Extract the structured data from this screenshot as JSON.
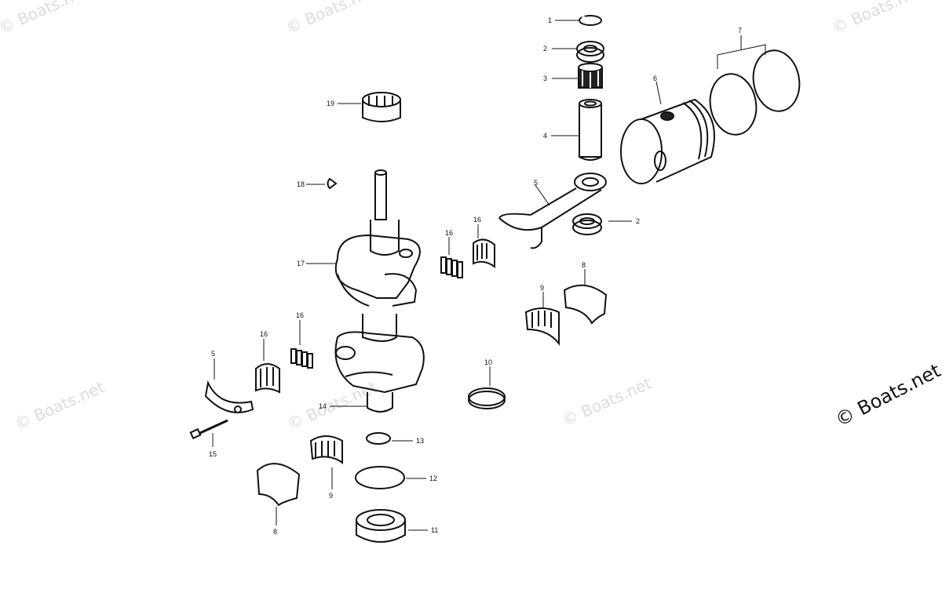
{
  "watermarks": {
    "tl": "© Boats.net",
    "tc": "© Boats.net",
    "tr": "© Boats.net",
    "ml": "© Boats.net",
    "mc": "© Boats.net",
    "mc2": "© Boats.net",
    "right": "© Boats.net"
  },
  "callouts": {
    "c1": "1",
    "c2a": "2",
    "c3": "3",
    "c4": "4",
    "c5a": "5",
    "c6": "6",
    "c7": "7",
    "c2b": "2",
    "c8a": "8",
    "c9a": "9",
    "c10": "10",
    "c11": "11",
    "c12": "12",
    "c13": "13",
    "c14": "14",
    "c15": "15",
    "c16a": "16",
    "c16b": "16",
    "c16c": "16",
    "c16d": "16",
    "c17": "17",
    "c18": "18",
    "c19": "19",
    "c5b": "5",
    "c8b": "8",
    "c9b": "9"
  }
}
